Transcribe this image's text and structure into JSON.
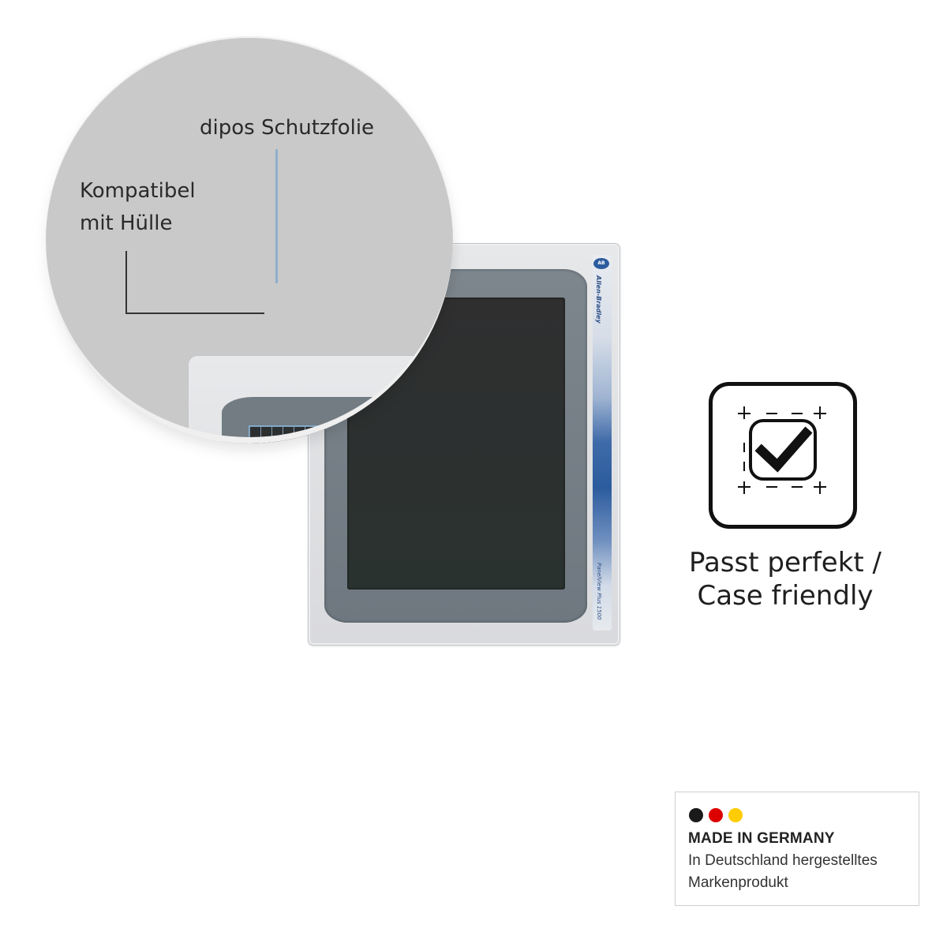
{
  "callouts": {
    "protector_label": "dipos Schutzfolie",
    "case_label_line1": "Kompatibel",
    "case_label_line2": "mit Hülle"
  },
  "device": {
    "brand": "Allen-Bradley",
    "brand_logo": "AB",
    "model": "PanelView Plus 1500",
    "accent_color": "#2c5c9e"
  },
  "feature": {
    "icon": "case-friendly-check-icon",
    "caption_line1": "Passt perfekt /",
    "caption_line2": "Case friendly"
  },
  "made_in_germany": {
    "flag_colors": [
      "#1a1a1a",
      "#dd0000",
      "#ffcc00"
    ],
    "title": "MADE IN GERMANY",
    "subtitle_line1": "In Deutschland hergestelltes",
    "subtitle_line2": "Markenprodukt"
  }
}
